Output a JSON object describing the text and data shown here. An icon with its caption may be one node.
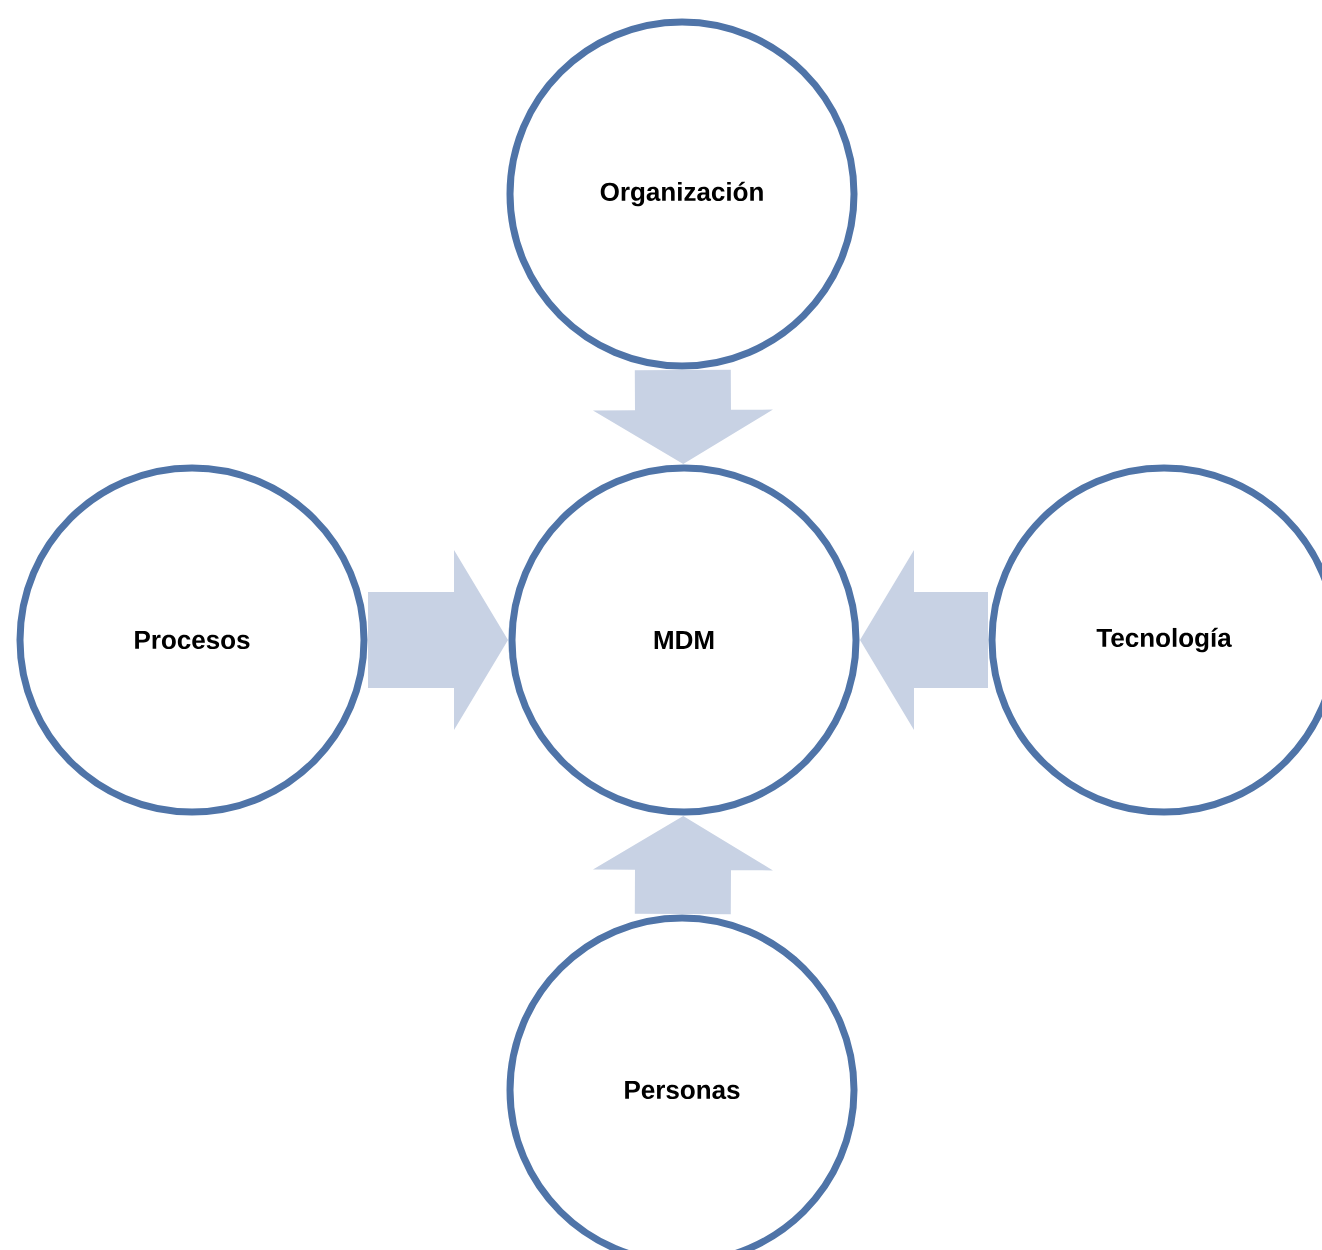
{
  "diagram": {
    "nodes": [
      {
        "text": [
          "Organización"
        ]
      },
      {
        "text": [
          "Procesos"
        ]
      },
      {
        "text": [
          "MDM"
        ]
      },
      {
        "text": [
          "Tecnología"
        ]
      },
      {
        "text": [
          "Personas"
        ]
      }
    ],
    "edges": [
      {
        "from": 0,
        "to": 2,
        "arrow": "to"
      },
      {
        "from": 1,
        "to": 2,
        "arrow": "to"
      },
      {
        "from": 3,
        "to": 2,
        "arrow": "to"
      },
      {
        "from": 4,
        "to": 2,
        "arrow": "to"
      }
    ]
  }
}
